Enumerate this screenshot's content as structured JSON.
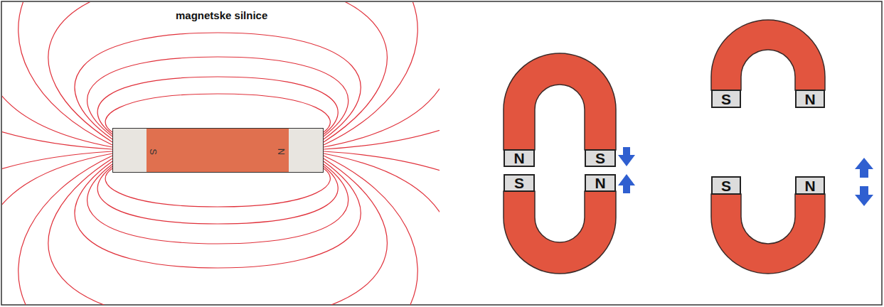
{
  "diagram": {
    "nodes": [
      {
        "text": [
          "S",
          "N"
        ]
      },
      {
        "text": [
          "N"
        ]
      },
      {
        "text": [
          "S"
        ]
      },
      {
        "text": [
          "S"
        ]
      },
      {
        "text": [
          "N"
        ]
      },
      {
        "text": [
          "S"
        ]
      },
      {
        "text": [
          "N"
        ]
      },
      {
        "text": [
          "S"
        ]
      },
      {
        "text": [
          "N"
        ]
      }
    ],
    "labels": [
      "magnetske silnice"
    ]
  }
}
